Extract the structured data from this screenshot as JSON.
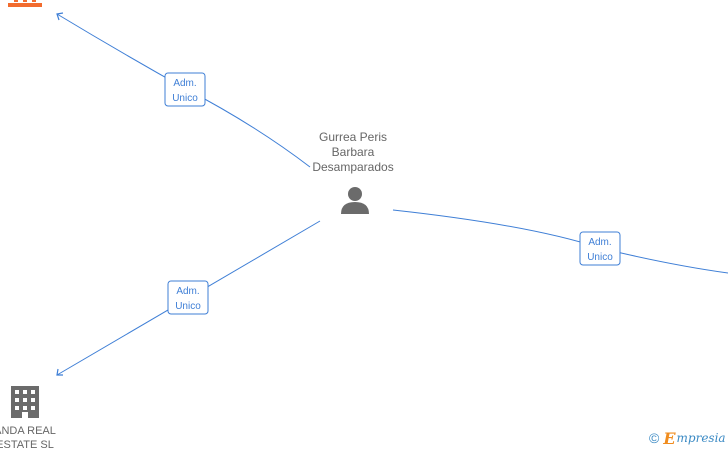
{
  "center_person": {
    "name_lines": [
      "Gurrea Peris",
      "Barbara",
      "Desamparados"
    ],
    "icon": "person-icon"
  },
  "relations": [
    {
      "id": "rel-top-left",
      "label_lines": [
        "Adm.",
        "Unico"
      ]
    },
    {
      "id": "rel-bottom-left",
      "label_lines": [
        "Adm.",
        "Unico"
      ]
    },
    {
      "id": "rel-right",
      "label_lines": [
        "Adm.",
        "Unico"
      ]
    }
  ],
  "companies": [
    {
      "id": "company-top-left",
      "icon": "building-icon",
      "color": "#f26b2e",
      "label_lines": []
    },
    {
      "id": "company-bottom-left",
      "icon": "building-icon",
      "color": "#6b6b6b",
      "label_lines": [
        "ANDA REAL",
        "ESTATE  SL"
      ]
    }
  ],
  "colors": {
    "edge": "#3f7fd6",
    "text": "#666666",
    "person_icon": "#6b6b6b"
  },
  "watermark": {
    "copyright_symbol": "©",
    "brand_initial": "E",
    "brand_rest": "mpresia"
  }
}
